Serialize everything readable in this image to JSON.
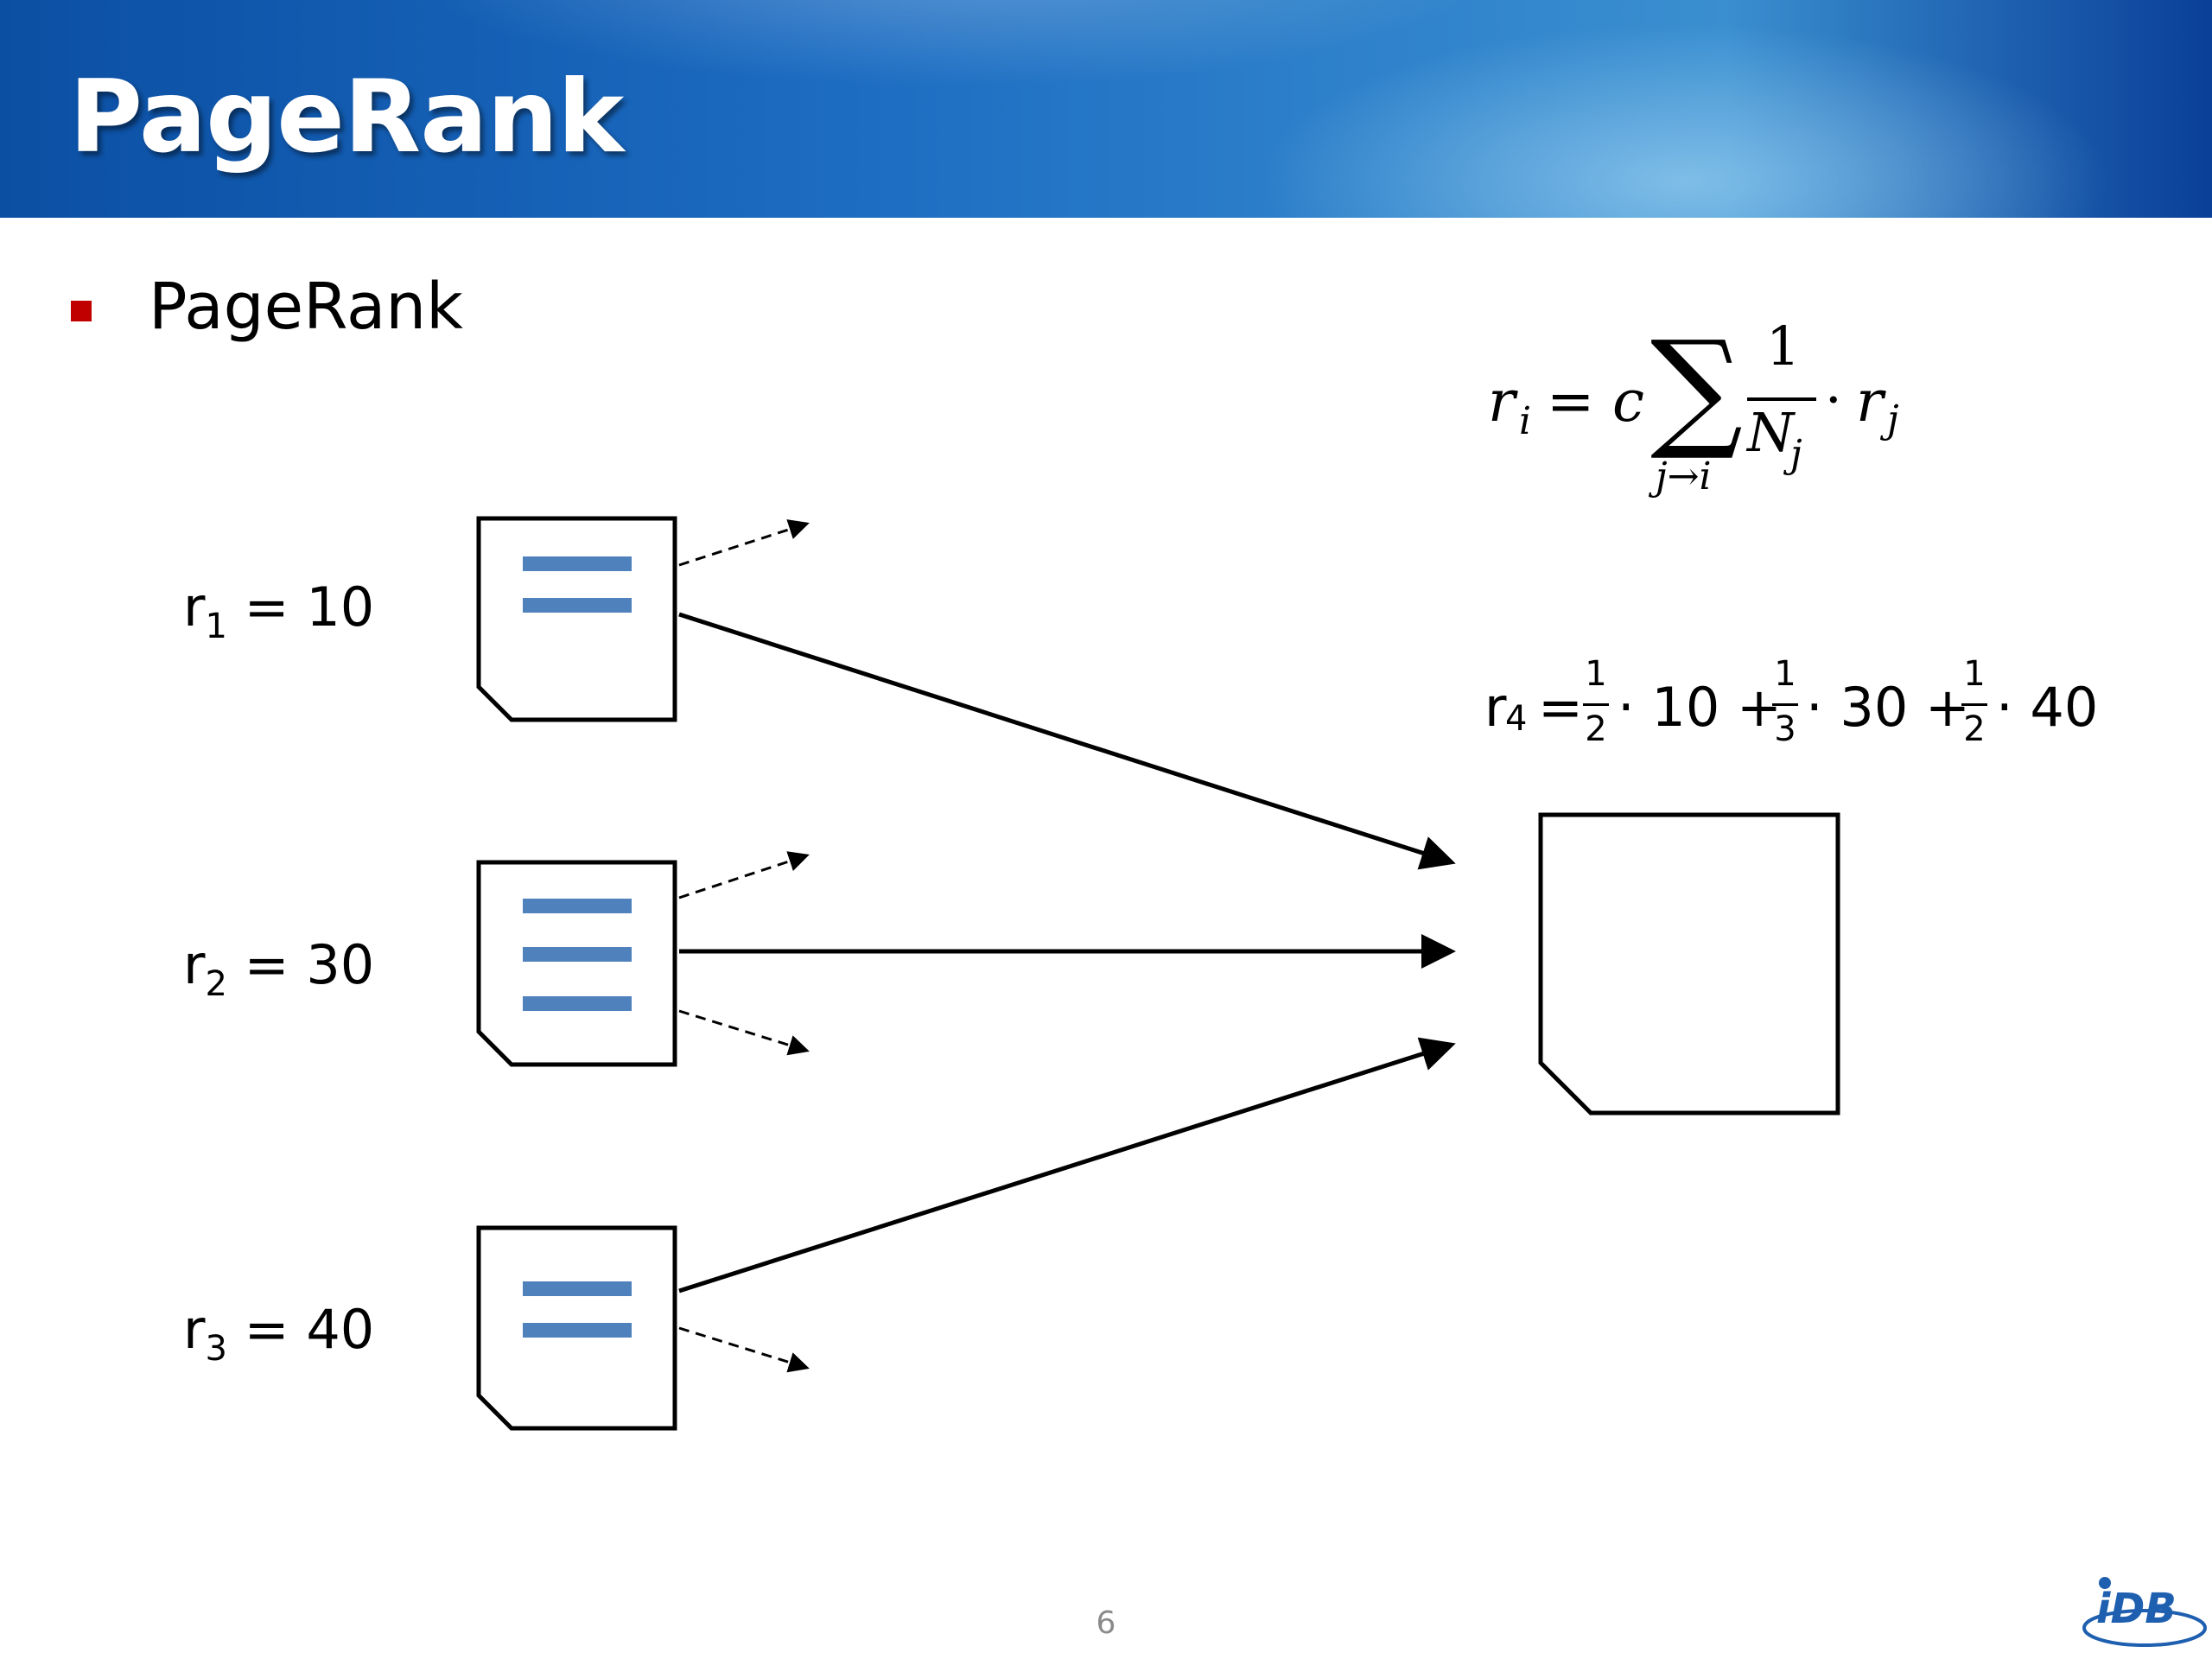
{
  "slide": {
    "title": "PageRank",
    "bullet": "PageRank",
    "page_number": "6"
  },
  "formula": {
    "lhs": "r",
    "lhs_sub": "i",
    "equals": "=",
    "constant": "c",
    "sigma": "∑",
    "sum_index": "j→i",
    "numerator": "1",
    "denominator": "N",
    "denominator_sub": "j",
    "dot": "·",
    "term": "r",
    "term_sub": "j"
  },
  "ranks": [
    {
      "label": "r",
      "sub": "1",
      "eq": " = 10"
    },
    {
      "label": "r",
      "sub": "2",
      "eq": " = 30"
    },
    {
      "label": "r",
      "sub": "3",
      "eq": " = 40"
    }
  ],
  "r4_equation": {
    "label": "r",
    "sub": "4",
    "equals": "=",
    "terms": [
      {
        "num": "1",
        "den": "2",
        "value": "· 10 +"
      },
      {
        "num": "1",
        "den": "3",
        "value": "· 30 +"
      },
      {
        "num": "1",
        "den": "2",
        "value": "· 40"
      }
    ]
  },
  "colors": {
    "header_dark": "#0b4fa3",
    "header_light": "#3a8fd0",
    "bullet_red": "#c00000",
    "doc_line_blue": "#4f81bd",
    "page_number_gray": "#8a8a8a"
  },
  "icons": [
    "document-icon",
    "blank-document-icon",
    "arrow-icon",
    "idb-logo"
  ]
}
